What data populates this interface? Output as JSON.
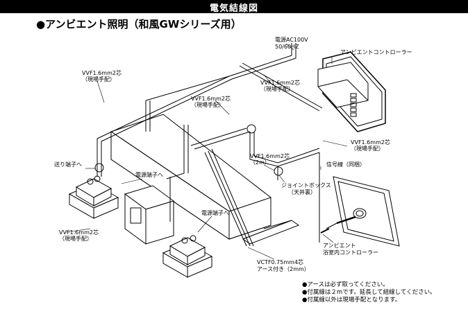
{
  "header": {
    "title": "電気結線図"
  },
  "subtitle": "●アンビエント照明（和風GWシリーズ用）",
  "labels": {
    "power_line1": "電源AC100V",
    "power_line2": "50/60HZ",
    "controller": "アンビエントコントローラー",
    "vvf_top_left_1": "VVF1.6mm2芯",
    "vvf_top_left_2": "（現場手配）",
    "vvf_top_mid_1": "VVF1.6mm2芯",
    "vvf_top_mid_2": "（現場手配）",
    "vvf_center_1": "VVF1.6mm2芯",
    "vvf_center_2": "（現場手配）",
    "vvf_right_1": "VVF1.6mm2芯",
    "vvf_right_2": "（現場手配）",
    "vvf_2m_1": "VVF1.6mm2芯",
    "vvf_2m_2": "（2m）",
    "signal_line": "信号線（同梱）",
    "to_send_terminal": "送り端子へ",
    "to_power_terminal_1": "電源端子へ",
    "to_power_terminal_2": "電源端子へ",
    "junction_box_1": "ジョイントボックス",
    "junction_box_2": "（天井裏）",
    "vvf_bottom_left_1": "VVF1.6mm2芯",
    "vvf_bottom_left_2": "（現場手配）",
    "vctf_1": "VCTF0.75mm4芯",
    "vctf_2": "アース付き（2mm）",
    "bath_controller_1": "アンビエント",
    "bath_controller_2": "浴室内コントローラー"
  },
  "notes": [
    "●アースは必ず取ってください。",
    "●付属線は２mです。延長して結線してください。",
    "●付属線以外は現場手配となります。"
  ]
}
